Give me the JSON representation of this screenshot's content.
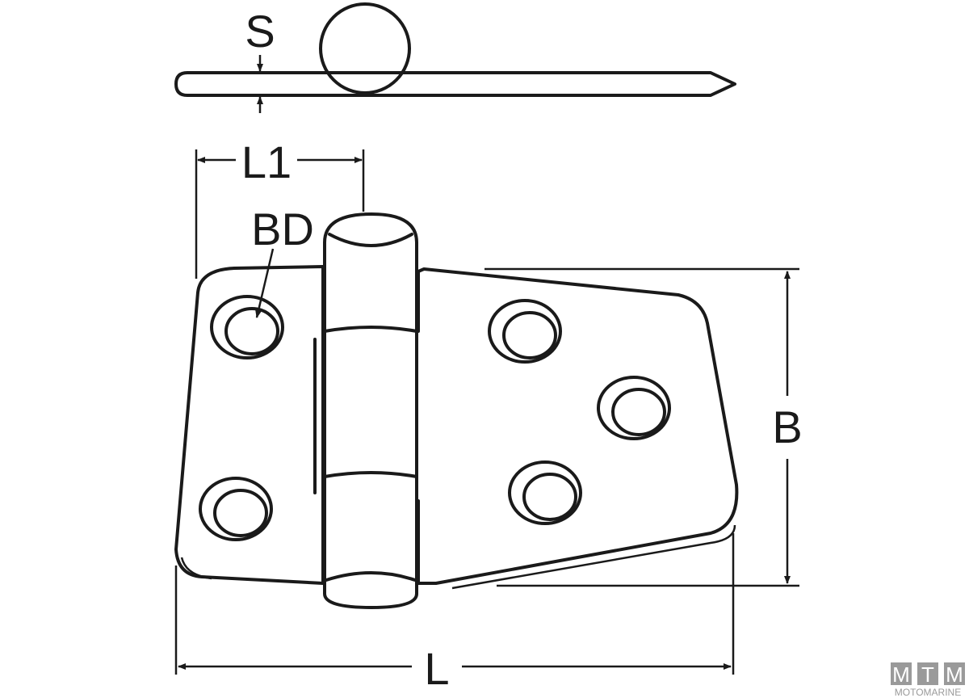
{
  "diagram": {
    "title_labels": {
      "thickness": "S",
      "pin_offset": "L1",
      "bore_diameter": "BD",
      "width": "B",
      "length": "L"
    }
  },
  "logo": {
    "letters": [
      "M",
      "T",
      "M"
    ],
    "name": "MOTOMARINE",
    "color": "#9a9a9a"
  }
}
